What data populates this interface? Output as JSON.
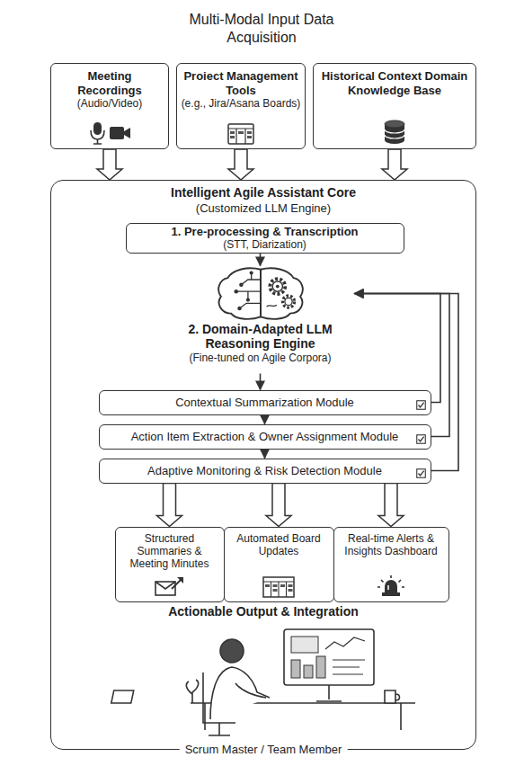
{
  "diagram": {
    "title": "Multi-Modal Input Data Acquisition",
    "nodes": [
      {
        "text": [
          "Meeting Recordings",
          "(Audio/Video)"
        ]
      },
      {
        "text": [
          "Proiect Management Tools",
          "(e.g., Jira/Asana Boards)"
        ]
      },
      {
        "text": [
          "Historical Context Domain Knowledge Base"
        ]
      },
      {
        "text": [
          "Intelligent Agile Assistant Core",
          "(Customized LLM Engine)",
          "Actionable Output & Integration",
          "Scrum Master / Team Member"
        ]
      },
      {
        "text": [
          "1. Pre-processing & Transcription",
          "(STT, Diarization)"
        ],
        "in": 3
      },
      {
        "text": [
          "2. Domain-Adapted LLM Reasoning Engine",
          "(Fine-tuned on Agile Corpora)"
        ],
        "in": 3
      },
      {
        "text": [
          "Contextual Summarization Module"
        ],
        "in": 3
      },
      {
        "text": [
          "Action Item Extraction & Owner Assignment Module"
        ],
        "in": 3
      },
      {
        "text": [
          "Adaptive Monitoring & Risk Detection Module"
        ],
        "in": 3
      },
      {
        "text": [
          "Structured Summaries & Meeting Minutes"
        ],
        "in": 3
      },
      {
        "text": [
          "Automated Board Updates"
        ],
        "in": 3
      },
      {
        "text": [
          "Real-time Alerts & Insights Dashboard"
        ],
        "in": 3
      }
    ],
    "edges": [
      {
        "from": 0,
        "to": 3,
        "arrow": "to"
      },
      {
        "from": 1,
        "to": 3,
        "arrow": "to"
      },
      {
        "from": 2,
        "to": 3,
        "arrow": "to"
      },
      {
        "from": 4,
        "to": 5,
        "arrow": "to"
      },
      {
        "from": 5,
        "to": 6,
        "arrow": "to"
      },
      {
        "from": 6,
        "to": 7,
        "arrow": "to"
      },
      {
        "from": 7,
        "to": 8,
        "arrow": "to"
      },
      {
        "from": 6,
        "to": 5,
        "arrow": "to"
      },
      {
        "from": 7,
        "to": 5,
        "arrow": "to"
      },
      {
        "from": 8,
        "to": 5,
        "arrow": "to"
      },
      {
        "from": 8,
        "to": 9,
        "arrow": "to"
      },
      {
        "from": 8,
        "to": 10,
        "arrow": "to"
      },
      {
        "from": 8,
        "to": 11,
        "arrow": "to"
      }
    ]
  }
}
